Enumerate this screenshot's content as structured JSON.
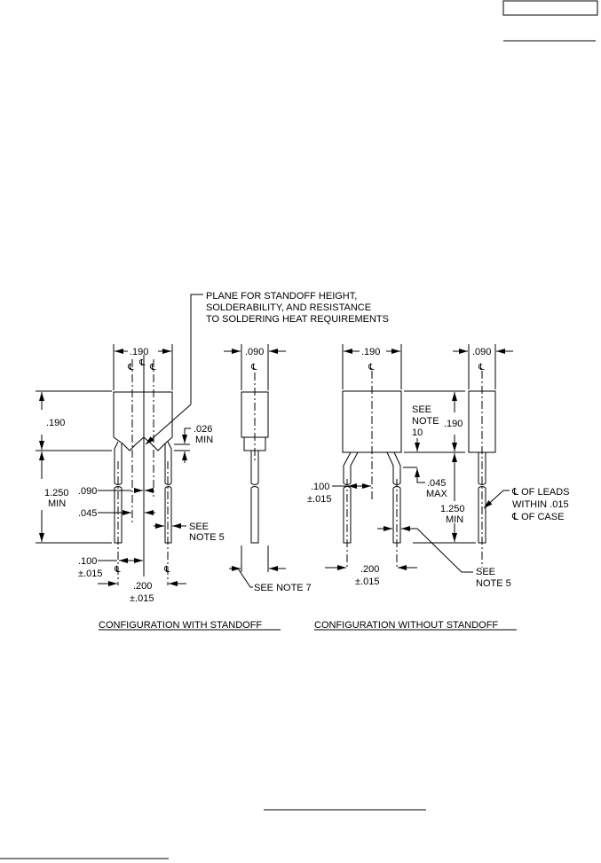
{
  "plane_note": [
    "PLANE FOR STANDOFF HEIGHT,",
    "SOLDERABILITY, AND RESISTANCE",
    "TO SOLDERING HEAT REQUIREMENTS"
  ],
  "centerline_symbol": "℄",
  "left": {
    "width": ".190",
    "height": ".190",
    "lead_length": [
      "1.250",
      "MIN"
    ],
    "d090": ".090",
    "d045": ".045",
    "standoff": [
      ".026",
      "MIN"
    ],
    "note5": [
      "SEE",
      "NOTE 5"
    ],
    "spacing100": [
      ".100",
      "±.015"
    ],
    "spacing200": [
      ".200",
      "±.015"
    ]
  },
  "side_left": {
    "width": ".090",
    "note7": "SEE NOTE 7"
  },
  "right": {
    "width": ".190",
    "note10": [
      "SEE",
      "NOTE",
      "10"
    ],
    "height": ".190",
    "max045": [
      ".045",
      "MAX"
    ],
    "lead_length": [
      "1.250",
      "MIN"
    ],
    "spacing100": [
      ".100",
      "±.015"
    ],
    "spacing200": [
      ".200",
      "±.015"
    ],
    "note5": [
      "SEE",
      "NOTE 5"
    ]
  },
  "side_right": {
    "width": ".090",
    "leads_note": [
      "℄  OF LEADS",
      "WITHIN .015",
      "℄ OF CASE"
    ]
  },
  "captions": {
    "with": "CONFIGURATION WITH STANDOFF",
    "without": "CONFIGURATION WITHOUT STANDOFF"
  }
}
